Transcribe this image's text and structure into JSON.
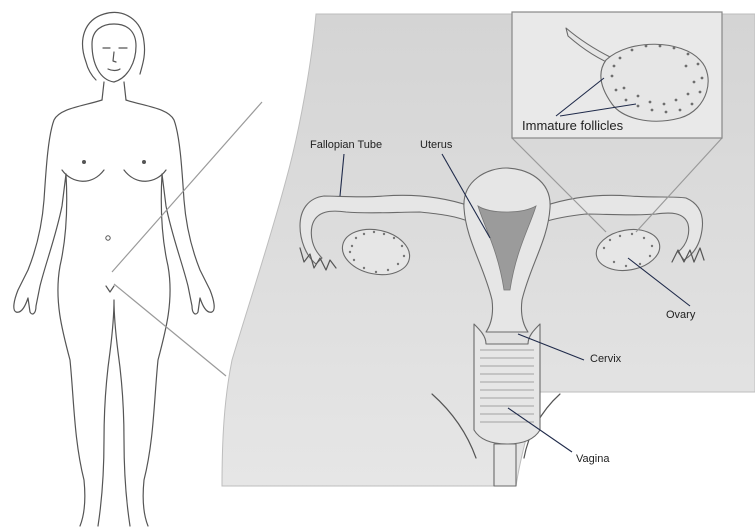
{
  "labels": {
    "fallopian_tube": "Fallopian Tube",
    "uterus": "Uterus",
    "ovary": "Ovary",
    "cervix": "Cervix",
    "vagina": "Vagina",
    "immature_follicles": "Immature follicles"
  },
  "colors": {
    "body_outline": "#555555",
    "pelvis_fill": "#dedede",
    "organ_fill": "#e6e6e6",
    "uterus_shade": "#9e9e9e",
    "leader_line": "#1f2a4a"
  }
}
